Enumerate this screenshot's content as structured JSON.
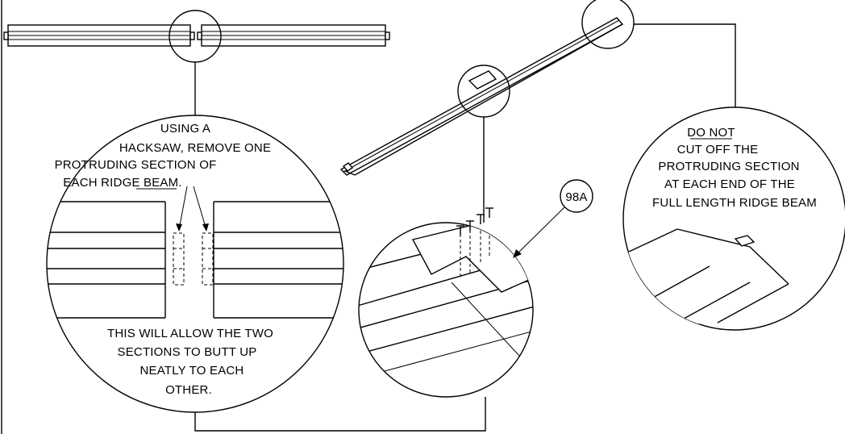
{
  "callouts": {
    "hacksaw": {
      "lines": [
        "USING A",
        "HACKSAW, REMOVE ONE",
        "PROTRUDING SECTION OF",
        "EACH RIDGE BEAM."
      ]
    },
    "butt": {
      "lines": [
        "THIS WILL ALLOW THE TWO",
        "SECTIONS TO BUTT UP",
        "NEATLY TO EACH",
        "OTHER."
      ]
    },
    "donot": {
      "title": "DO NOT",
      "lines": [
        "CUT OFF THE",
        "PROTRUDING SECTION",
        "AT EACH END OF THE",
        "FULL LENGTH RIDGE BEAM"
      ]
    },
    "part": {
      "label": "98A"
    }
  }
}
